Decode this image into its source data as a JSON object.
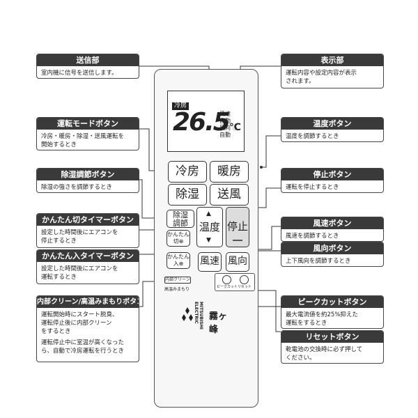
{
  "callouts": {
    "transmitter": {
      "title": "送信部",
      "desc": "室内機に信号を送信します。"
    },
    "display": {
      "title": "表示部",
      "desc": "運転内容や設定内容が表示\nされます。"
    },
    "mode": {
      "title": "運転モードボタン",
      "desc": "冷房・暖房・除湿・送風運転を\n開始するとき"
    },
    "temp": {
      "title": "温度ボタン",
      "desc": "温度を調節するとき"
    },
    "dehum": {
      "title": "除湿調節ボタン",
      "desc": "除湿の強さを調節するとき"
    },
    "stop": {
      "title": "停止ボタン",
      "desc": "運転を停止するとき"
    },
    "off_timer": {
      "title": "かんたん切タイマーボタン",
      "desc": "設定した時間後にエアコンを\n停止するとき"
    },
    "on_timer": {
      "title": "かんたん入タイマーボタン",
      "desc": "設定した時間後にエアコンを\n運転するとき"
    },
    "fan_speed": {
      "title": "風速ボタン",
      "desc": "風速を調節するとき"
    },
    "fan_dir": {
      "title": "風向ボタン",
      "desc": "上下風向を調節するとき"
    },
    "clean": {
      "title": "内部クリーン/高温みまもりボタン",
      "desc": "運転開始時にスタート脱臭、\n運転停止後に内部クリーン\nをするとき",
      "desc2": "運転停止中に室温が高くなった\nら、自動で冷房運転を行うとき"
    },
    "peak": {
      "title": "ピークカットボタン",
      "desc": "最大電流値を約25%抑えた\n運転をするとき"
    },
    "reset": {
      "title": "リセットボタン",
      "desc": "乾電池の交換時に必ず押して\nください。"
    }
  },
  "remote": {
    "lcd": {
      "mode": "冷房",
      "temp": "26.5",
      "unit": "℃",
      "status": "風速\n自動\n風向 ◌\n自動"
    },
    "buttons": {
      "cool": "冷房",
      "heat": "暖房",
      "dry": "除湿",
      "fan": "送風",
      "dehum_adjust": "除湿\n調節",
      "temp": "温度",
      "stop": "停止",
      "off_timer": "かんたん\n切⊕",
      "on_timer": "かんたん\n入⊕",
      "fan_speed": "風速",
      "fan_dir": "風向",
      "clean": "内部クリーン",
      "clean_sub": "高温みまもり",
      "peak_cut": "ピークカット",
      "reset": "リセット"
    },
    "brand": "MITSUBISHI\nELECTRIC",
    "logo": "霧ヶ峰"
  }
}
